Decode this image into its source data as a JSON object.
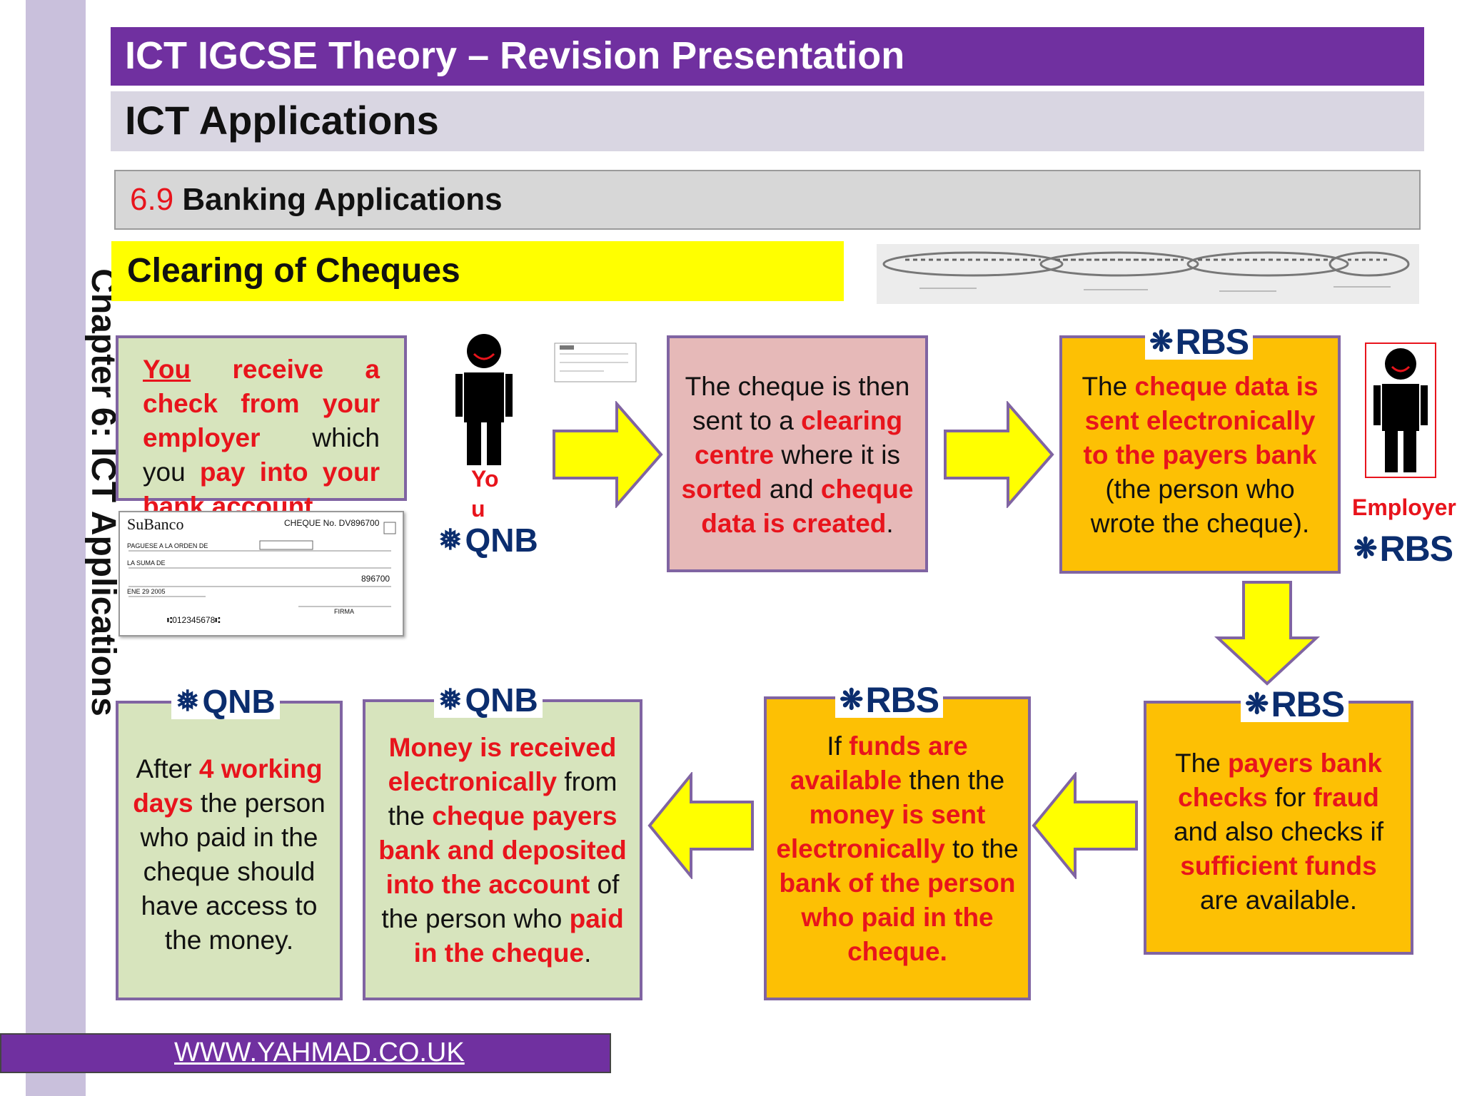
{
  "sidebar": {
    "chapter": "Chapter 6: ICT Applications"
  },
  "header": {
    "title": "ICT IGCSE Theory – Revision Presentation",
    "subtitle": "ICT Applications",
    "section_number": "6.9",
    "section_title": "Banking Applications",
    "heading": "Clearing of Cheques"
  },
  "people": {
    "you": "You",
    "employer": "Employer"
  },
  "banks": {
    "qnb": "QNB",
    "rbs": "RBS"
  },
  "cheque": {
    "bank": "SuBanco",
    "number": "CHEQUE No. DV896700",
    "pay_to": "PAGUESE A LA ORDEN DE",
    "amount_words": "LA SUMA DE",
    "amount": "896700",
    "date": "ENE 29 2005",
    "signature": "FIRMA",
    "micr": "⑆012345678⑆"
  },
  "step1": {
    "t1": "You",
    "t2": " receive a ",
    "t3": "check from your employer",
    "t4": " which you ",
    "t5": "pay into your bank account",
    "t6": "."
  },
  "step2": {
    "t1": "The cheque is then sent to a ",
    "t2": "clearing centre",
    "t3": " where it is ",
    "t4": "sorted",
    "t5": " and ",
    "t6": "cheque data is created",
    "t7": "."
  },
  "step3": {
    "t1": "The ",
    "t2": "cheque data is sent electronically to the payers bank",
    "t3": " (the person who wrote the cheque)."
  },
  "step4": {
    "t1": "The ",
    "t2": "payers bank checks",
    "t3": " for ",
    "t4": "fraud",
    "t5": " and also checks if ",
    "t6": "sufficient funds",
    "t7": " are available."
  },
  "step5": {
    "t1": "If ",
    "t2": "funds are available",
    "t3": " then the ",
    "t4": "money is sent electronically",
    "t5": " to the ",
    "t6": "bank of the person who paid in the cheque."
  },
  "step6": {
    "t1": "Money is received electronically",
    "t2": " from the ",
    "t3": "cheque payers bank and deposited into the account",
    "t4": " of the person who ",
    "t5": "paid in the cheque",
    "t6": "."
  },
  "step7": {
    "t1": "After ",
    "t2": "4 working days",
    "t3": " the person who paid in the cheque should have access to the money."
  },
  "footer": {
    "url": "WWW.YAHMAD.CO.UK"
  },
  "colors": {
    "purple": "#7030a0",
    "red": "#e8141c",
    "yellow": "#ffff00",
    "green": "#d7e4bd",
    "orange": "#fdc004",
    "pink": "#e6b9b8"
  }
}
